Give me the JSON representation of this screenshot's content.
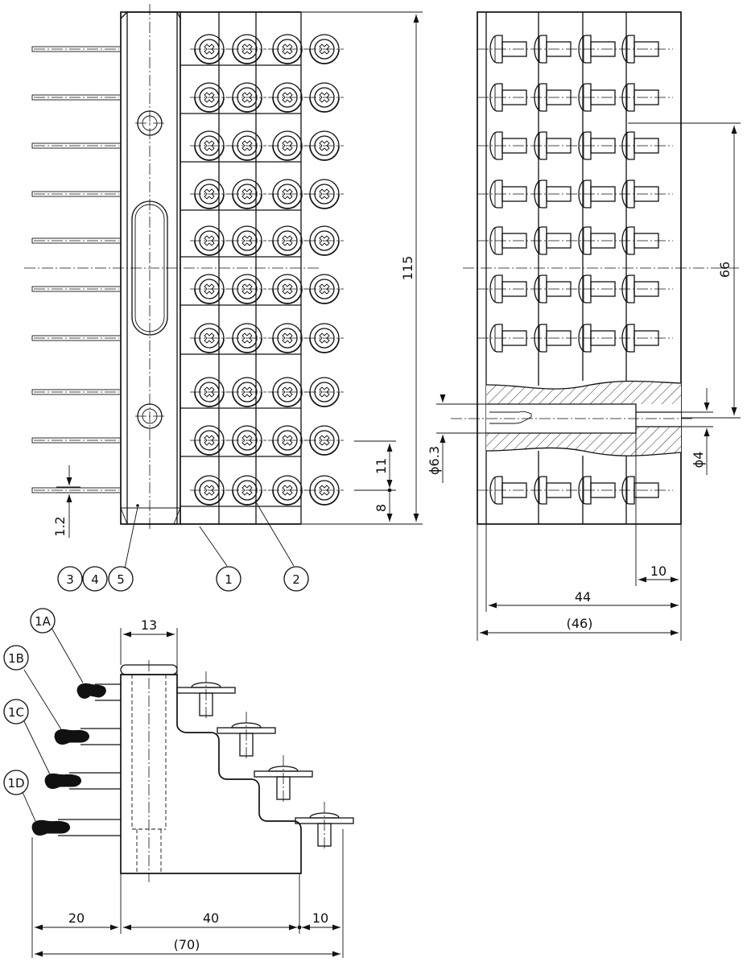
{
  "front_view": {
    "dimensions": {
      "overall_height": "115",
      "pitch": "11",
      "edge_offset": "8",
      "pin_size": "1.2"
    },
    "balloons": {
      "b3": "3",
      "b4": "4",
      "b5": "5",
      "b1": "1",
      "b2": "2"
    }
  },
  "side_view": {
    "dimensions": {
      "span": "66",
      "bore_large": "ϕ6.3",
      "bore_small": "ϕ4",
      "offset": "10",
      "width": "44",
      "width_ref": "(46)"
    }
  },
  "profile_view": {
    "dimensions": {
      "post_width": "13",
      "left": "20",
      "mid": "40",
      "right": "10",
      "overall_ref": "(70)"
    },
    "balloons": {
      "b1a": "1A",
      "b1b": "1B",
      "b1c": "1C",
      "b1d": "1D"
    }
  }
}
